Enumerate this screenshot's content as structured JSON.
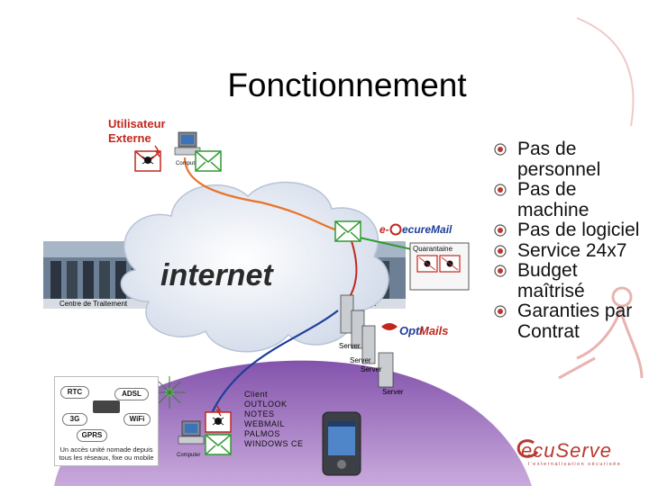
{
  "slide": {
    "title": "Fonctionnement",
    "user_label_line1": "Utilisateur",
    "user_label_line2": "Externe"
  },
  "diagram": {
    "internet_label": "internet",
    "datacenter_label": "Centre de Traitement",
    "quarantine_label": "Quarantaine",
    "computer_label": "Computer",
    "server_label": "Server",
    "securemail_prefix": "e-",
    "securemail_brand": "ecureMail",
    "optimails_brand": "Opti",
    "optimails_suffix": "Mails"
  },
  "client": {
    "lines": [
      "Client",
      "OUTLOOK",
      "NOTES",
      "WEBMAIL",
      "PALMOS",
      "WINDOWS CE"
    ]
  },
  "access": {
    "rtc": "RTC",
    "adsl": "ADSL",
    "g3": "3G",
    "wifi": "WiFi",
    "gprs": "GPRS",
    "caption": "Un accès unité nomade depuis tous les réseaux, fixe ou mobile"
  },
  "bullets": [
    "Pas de personnel",
    "Pas de machine",
    "Pas de logiciel",
    "Service 24x7",
    "Budget maîtrisé",
    "Garanties par Contrat"
  ],
  "logo": {
    "name": "ecuServe",
    "tagline": "l'externalisation sécurisée"
  },
  "colors": {
    "title": "#000000",
    "accent_red": "#c0281e",
    "email_green": "#2e9a2e",
    "line_orange": "#e8742a",
    "line_blue": "#1f3f9a",
    "lan_purple": "#8a4fae",
    "cloud": "#e9eef7"
  }
}
